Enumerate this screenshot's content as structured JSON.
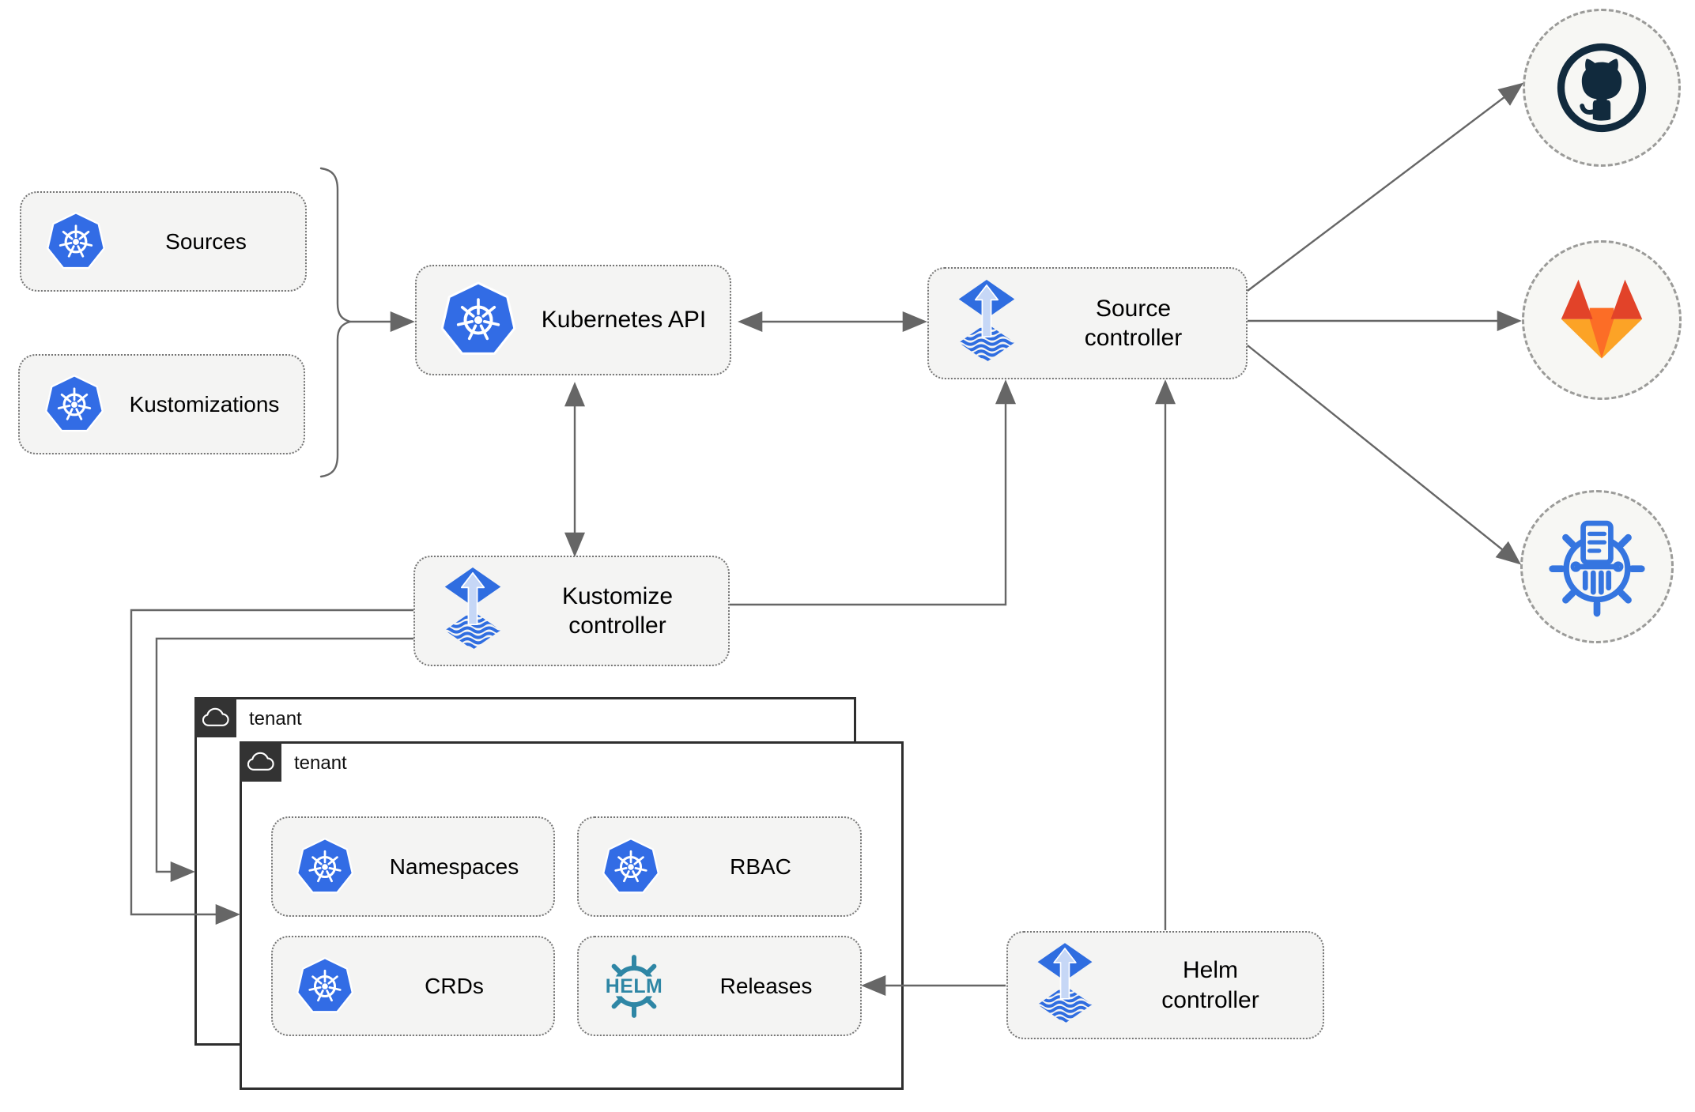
{
  "nodes": {
    "sources": "Sources",
    "kustomizations": "Kustomizations",
    "kubernetes_api": "Kubernetes API",
    "source_controller": "Source\ncontroller",
    "kustomize_controller": "Kustomize\ncontroller",
    "helm_controller": "Helm\ncontroller",
    "namespaces": "Namespaces",
    "rbac": "RBAC",
    "crds": "CRDs",
    "releases": "Releases"
  },
  "tenants": {
    "back": "tenant",
    "front": "tenant"
  },
  "helm_badge": "HELM",
  "icons": [
    "kubernetes-icon",
    "flux-icon",
    "helm-icon",
    "cloud-icon",
    "github-icon",
    "gitlab-icon",
    "kustomize-icon"
  ],
  "colors": {
    "kubernetes_blue": "#326ce5",
    "flux_blue": "#2f6de0",
    "flux_arrow_light": "#c6d7f6",
    "helm_teal": "#2e86a5",
    "github_dark": "#112a3d",
    "gitlab_red": "#e24329",
    "gitlab_orange": "#fc6d26",
    "gitlab_amber": "#fca326",
    "kustomize_blue": "#3575e0",
    "connector_gray": "#666666",
    "node_fill": "#f4f4f3",
    "tenant_border": "#2e2e2e",
    "tab_background": "#333333"
  }
}
